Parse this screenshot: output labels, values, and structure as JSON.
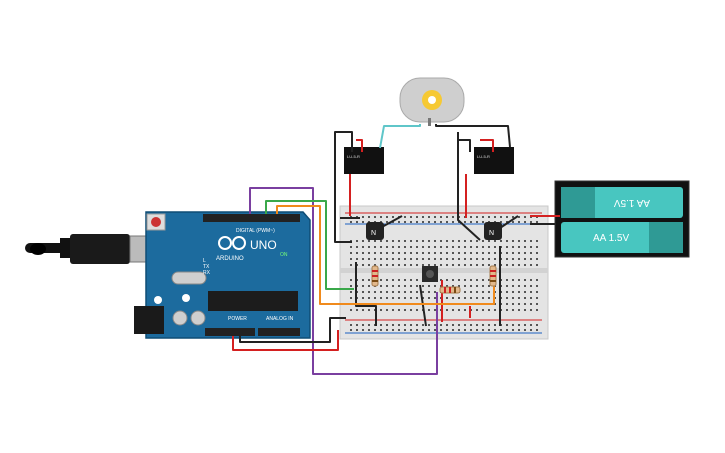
{
  "arduino": {
    "logo": "UNO",
    "brand": "ARDUINO",
    "digital_label": "DIGITAL (PWM~)",
    "power_label": "POWER",
    "analog_label": "ANALOG IN",
    "on_label": "ON",
    "tx_label": "TX",
    "rx_label": "RX",
    "l_label": "L"
  },
  "battery": {
    "cell_top": "AA 1.5V",
    "cell_bottom": "AA 1.5V"
  },
  "relays": [
    {
      "text": "LU-5-R"
    },
    {
      "text": "LU-5-R"
    }
  ],
  "transistors": [
    {
      "label": "N"
    },
    {
      "label": "N"
    }
  ],
  "colors": {
    "board_blue": "#1c6b9e",
    "breadboard": "#e4e4e4",
    "wire_red": "#d42020",
    "wire_black": "#222222",
    "wire_purple": "#7a3fa0",
    "wire_orange": "#f08a1c",
    "wire_green": "#3aa84a",
    "wire_cyan": "#5fc6c9",
    "battery_teal": "#48c6c0"
  }
}
